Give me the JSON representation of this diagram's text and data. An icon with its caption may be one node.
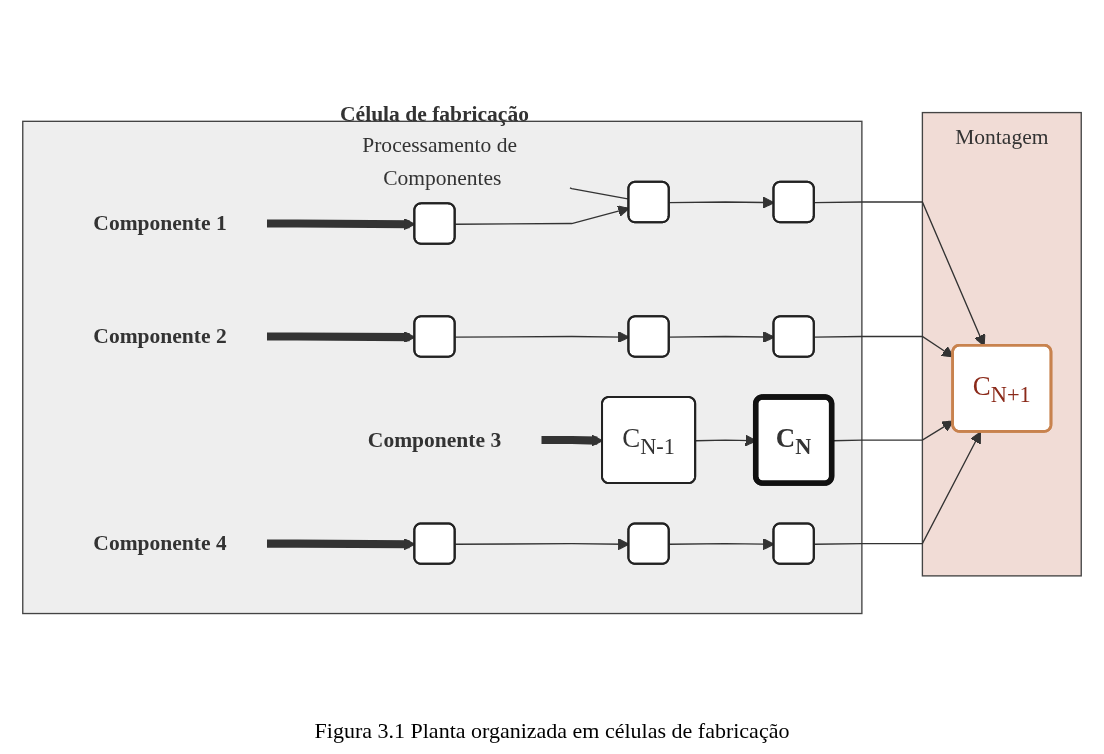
{
  "diagram": {
    "caption": "Figura 3.1 Planta organizada em células de fabricação",
    "nodes": [
      {
        "text": [
          "Célula de fabricação"
        ]
      },
      {
        "text": [
          "Processamento de Componentes"
        ]
      },
      {
        "text": [
          "Componente 1"
        ],
        "in": 1
      },
      {
        "text": [],
        "shape": "box",
        "in": 1
      },
      {
        "text": [],
        "shape": "box",
        "in": 1
      },
      {
        "text": [],
        "shape": "box",
        "in": 1
      },
      {
        "text": [
          "Componente 2"
        ],
        "in": 1
      },
      {
        "text": [],
        "shape": "box",
        "in": 1
      },
      {
        "text": [],
        "shape": "box",
        "in": 1
      },
      {
        "text": [],
        "shape": "box",
        "in": 1
      },
      {
        "text": [
          "Componente 3"
        ],
        "in": 1
      },
      {
        "text": [
          "C$_{N-1}$"
        ],
        "in": 1
      },
      {
        "text": [
          "C$_{N}$"
        ],
        "in": 1
      },
      {
        "text": [
          "Componente 4"
        ],
        "in": 1
      },
      {
        "text": [],
        "shape": "box",
        "in": 1
      },
      {
        "text": [],
        "shape": "box",
        "in": 1
      },
      {
        "text": [],
        "shape": "box",
        "in": 1
      },
      {
        "text": [
          "Montagem"
        ]
      },
      {
        "text": [
          "C$_{N+1}$"
        ],
        "in": 17
      }
    ],
    "edges": [
      {
        "from": 0,
        "to": 4,
        "arrow": "none"
      },
      {
        "from": 2,
        "to": 3,
        "arrow": "to",
        "style": "thick"
      },
      {
        "from": 3,
        "to": 4,
        "arrow": "to"
      },
      {
        "from": 4,
        "to": 5,
        "arrow": "to"
      },
      {
        "from": 5,
        "to": 18,
        "arrow": "to"
      },
      {
        "from": 6,
        "to": 7,
        "arrow": "to",
        "style": "thick"
      },
      {
        "from": 7,
        "to": 8,
        "arrow": "to"
      },
      {
        "from": 8,
        "to": 9,
        "arrow": "to"
      },
      {
        "from": 9,
        "to": 18,
        "arrow": "to"
      },
      {
        "from": 10,
        "to": 11,
        "arrow": "to",
        "style": "thick"
      },
      {
        "from": 11,
        "to": 12,
        "arrow": "to"
      },
      {
        "from": 12,
        "to": 18,
        "arrow": "to"
      },
      {
        "from": 13,
        "to": 14,
        "arrow": "to",
        "style": "thick"
      },
      {
        "from": 14,
        "to": 15,
        "arrow": "to"
      },
      {
        "from": 15,
        "to": 16,
        "arrow": "to"
      },
      {
        "from": 16,
        "to": 18,
        "arrow": "to"
      }
    ]
  }
}
